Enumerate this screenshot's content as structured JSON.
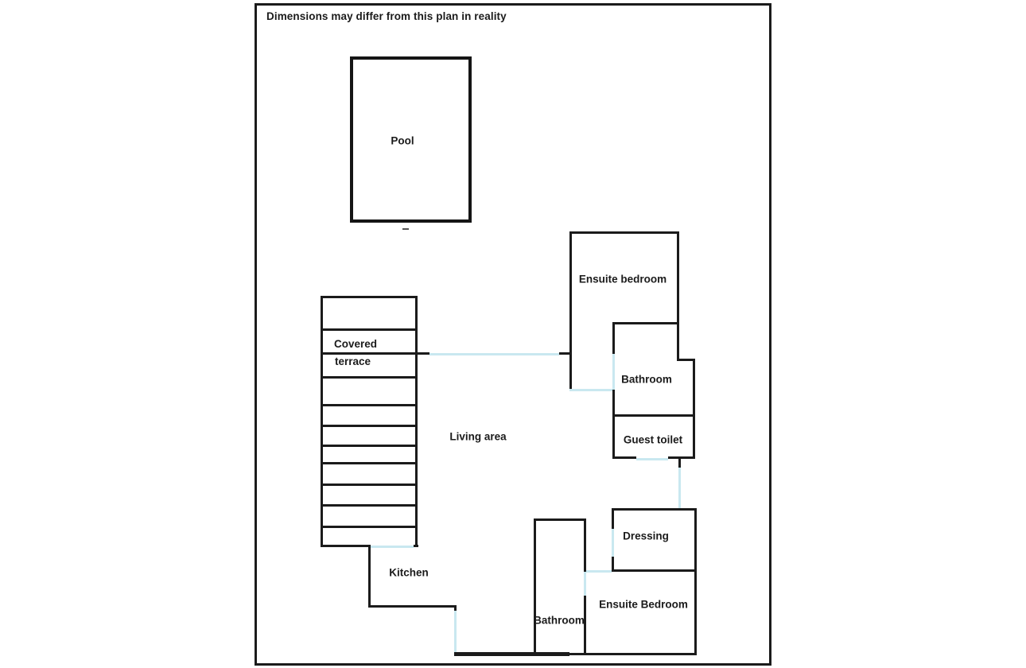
{
  "disclaimer": "Dimensions may differ from this plan in reality",
  "colors": {
    "wall": "#1b1b1b",
    "door": "#c9e8f0",
    "background": "#ffffff"
  },
  "rooms": {
    "pool": {
      "label": "Pool"
    },
    "covered_terrace": {
      "line1": "Covered",
      "line2": "terrace"
    },
    "living_area": {
      "label": "Living area"
    },
    "kitchen": {
      "label": "Kitchen"
    },
    "ensuite_bedroom_top": {
      "label": "Ensuite bedroom"
    },
    "bathroom_top": {
      "label": "Bathroom"
    },
    "guest_toilet": {
      "label": "Guest toilet"
    },
    "dressing": {
      "label": "Dressing"
    },
    "ensuite_bedroom_bottom": {
      "label": "Ensuite Bedroom"
    },
    "bathroom_bottom": {
      "label": "Bathroom"
    }
  }
}
